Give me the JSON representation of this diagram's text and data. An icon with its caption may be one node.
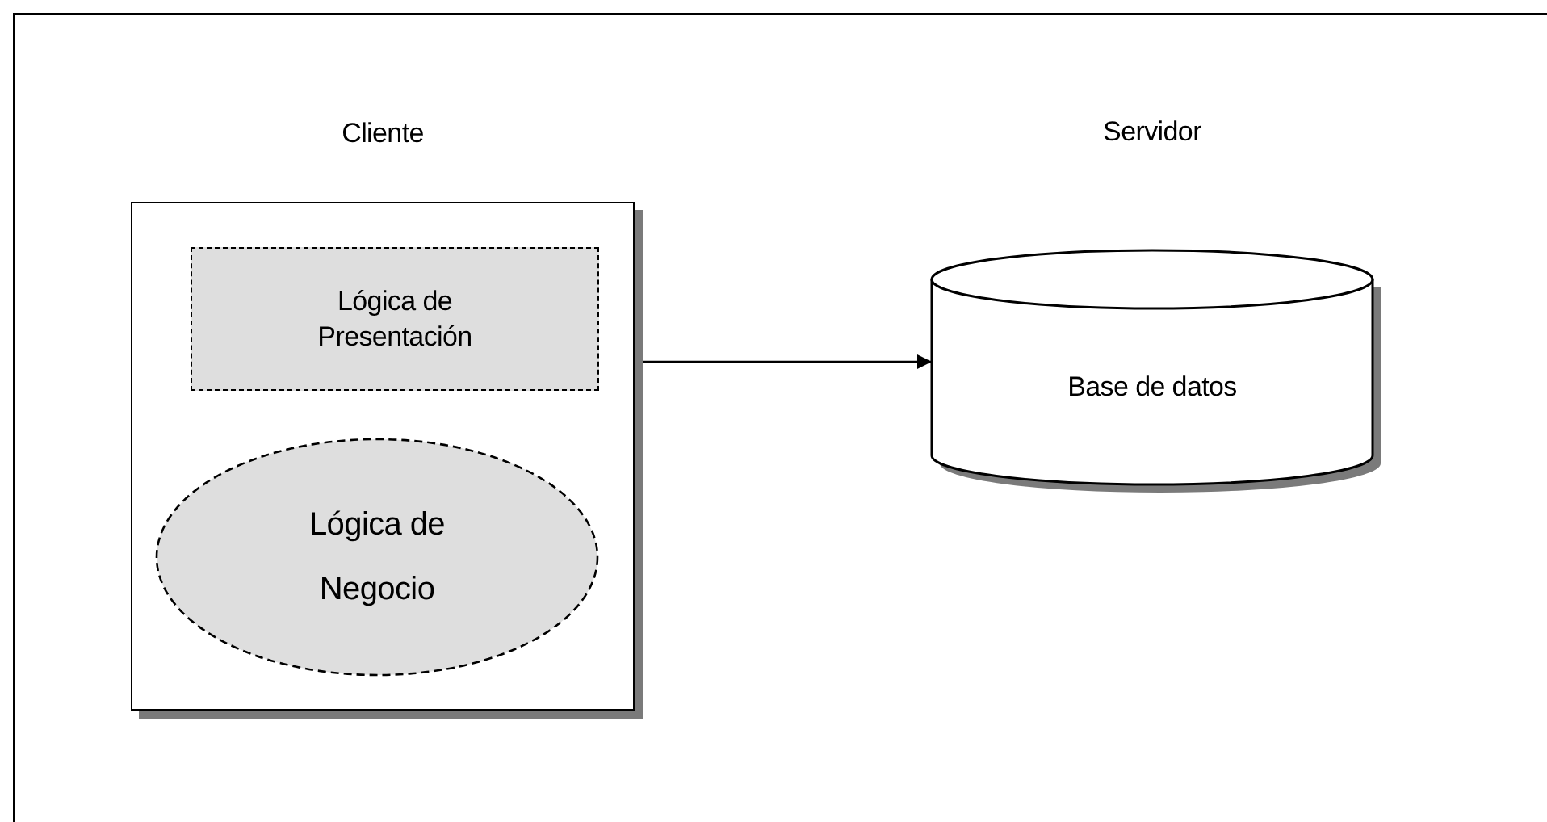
{
  "diagram": {
    "nodes": [
      {
        "text": [
          "Cliente"
        ]
      },
      {
        "text": [
          "Lógica de Presentación"
        ],
        "in": 0
      },
      {
        "text": [
          "Lógica de Negocio"
        ],
        "in": 0
      },
      {
        "text": [
          "Servidor",
          "Base de datos"
        ]
      }
    ],
    "edges": [
      {
        "from": 0,
        "to": 3,
        "arrow": "to"
      }
    ]
  }
}
